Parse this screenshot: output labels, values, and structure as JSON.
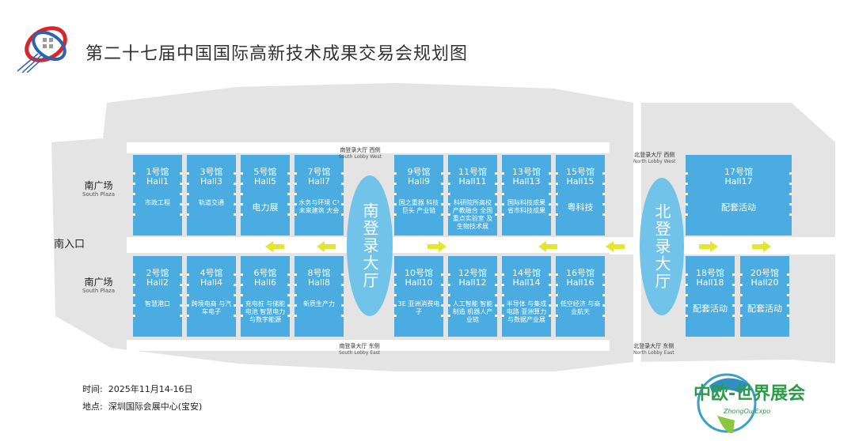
{
  "title": "第二十七届中国国际高新技术成果交易会规划图",
  "logo_right": {
    "cn": "中欧-世界展会",
    "en": "ZhongOu Expo"
  },
  "colors": {
    "hall": "#4aace1",
    "lobby": "#72c3ea",
    "arrow": "#e3e52e",
    "ground": "#e4e4e4"
  },
  "plazas": [
    {
      "cn": "南广场",
      "en": "South Plaza"
    },
    {
      "cn": "南广场",
      "en": "South Plaza"
    }
  ],
  "entrance": "南入口",
  "lobbies": {
    "south": {
      "name": "南登录大厅",
      "west_cn": "南登录大厅 西侧",
      "west_en": "South Lobby West",
      "east_cn": "南登录大厅 东侧",
      "east_en": "South Lobby East"
    },
    "north": {
      "name": "北登录大厅",
      "west_cn": "北登录大厅 西侧",
      "west_en": "North Lobby West",
      "east_cn": "北登录大厅 东侧",
      "east_en": "North Lobby East"
    }
  },
  "halls": [
    {
      "cn": "1号馆",
      "en": "Hall1",
      "desc": "市政工程"
    },
    {
      "cn": "3号馆",
      "en": "Hall3",
      "desc": "轨道交通"
    },
    {
      "cn": "5号馆",
      "en": "Hall5",
      "desc": "电力展"
    },
    {
      "cn": "7号馆",
      "en": "Hall7",
      "desc": "水务与环境 C³未来建筑 大会"
    },
    {
      "cn": "9号馆",
      "en": "Hall9",
      "desc": "国之重器 科技巨头 产业链"
    },
    {
      "cn": "11号馆",
      "en": "Hall11",
      "desc": "科研院所高校 产教融合 全国重点实验室 及生物技术展"
    },
    {
      "cn": "13号馆",
      "en": "Hall13",
      "desc": "国际科技成果 省市科技成果"
    },
    {
      "cn": "15号馆",
      "en": "Hall15",
      "desc": "粤科技"
    },
    {
      "cn": "2号馆",
      "en": "Hall2",
      "desc": "智慧港口"
    },
    {
      "cn": "4号馆",
      "en": "Hall4",
      "desc": "跨境电商 与汽车电子"
    },
    {
      "cn": "6号馆",
      "en": "Hall6",
      "desc": "充电桩 与储能电池 智慧电力 与数字能源"
    },
    {
      "cn": "8号馆",
      "en": "Hall8",
      "desc": "新质生产力"
    },
    {
      "cn": "10号馆",
      "en": "Hall10",
      "desc": "3E 亚洲消费电子"
    },
    {
      "cn": "12号馆",
      "en": "Hall12",
      "desc": "人工智能 智能制造 机器人产业链"
    },
    {
      "cn": "14号馆",
      "en": "Hall14",
      "desc": "半导体 与集成电路 亚洲算力 与数据产业展"
    },
    {
      "cn": "16号馆",
      "en": "Hall16",
      "desc": "低空经济 与商业航天"
    },
    {
      "cn": "17号馆",
      "en": "Hall17",
      "desc": "配套活动"
    },
    {
      "cn": "18号馆",
      "en": "Hall18",
      "desc": "配套活动"
    },
    {
      "cn": "20号馆",
      "en": "Hall20",
      "desc": "配套活动"
    }
  ],
  "info": {
    "time_label": "时间:",
    "time": "2025年11月14-16日",
    "place_label": "地点:",
    "place": "深圳国际会展中心(宝安)"
  }
}
